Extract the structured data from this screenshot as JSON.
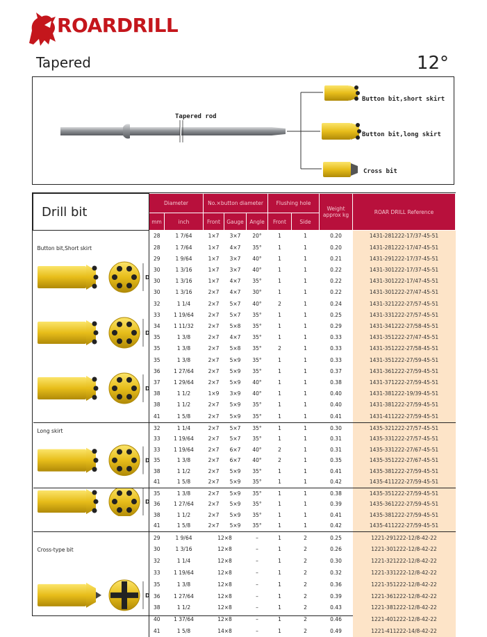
{
  "brand": {
    "name": "ROARDRILL",
    "logo_icon": "lion-icon",
    "color": "#c4161c"
  },
  "header": {
    "series": "Tapered",
    "angle": "12°"
  },
  "diagram": {
    "rod_label": "Tapered rod",
    "items": [
      "Button bit,short skirt",
      "Button bit,long skirt",
      "Cross bit"
    ]
  },
  "table": {
    "title": "Drill bit",
    "groups": {
      "diameter": "Diameter",
      "buttons": "No.×button diameter",
      "flushing": "Flushing hole",
      "weight": "Weight approx kg",
      "reference": "ROAR DRILL Reference"
    },
    "sub": {
      "mm": "mm",
      "inch": "inch",
      "front": "Front",
      "gauge": "Gauge",
      "angle": "Angle",
      "f_front": "Front",
      "f_side": "Side"
    },
    "colors": {
      "header": "#b8103c",
      "reference_bg": "#fde4c8"
    },
    "sections": [
      {
        "caption": "Button bit,Short skirt",
        "caption_top": false,
        "rows": [
          [
            "28",
            "1  7/64",
            "1×7",
            "3×7",
            "20°",
            "1",
            "1",
            "0.20",
            "1431-281222-17/37-45-51"
          ],
          [
            "28",
            "1  7/64",
            "1×7",
            "4×7",
            "35°",
            "1",
            "1",
            "0.20",
            "1431-281222-17/47-45-51"
          ],
          [
            "29",
            "1  9/64",
            "1×7",
            "3×7",
            "40°",
            "1",
            "1",
            "0.21",
            "1431-291222-17/37-45-51"
          ],
          [
            "30",
            "1  3/16",
            "1×7",
            "3×7",
            "40°",
            "1",
            "1",
            "0.22",
            "1431-301222-17/37-45-51"
          ],
          [
            "30",
            "1  3/16",
            "1×7",
            "4×7",
            "35°",
            "1",
            "1",
            "0.22",
            "1431-301222-17/47-45-51"
          ],
          [
            "30",
            "1  3/16",
            "2×7",
            "4×7",
            "30°",
            "1",
            "1",
            "0.22",
            "1431-301222-27/47-45-51"
          ],
          [
            "32",
            "1  1/4",
            "2×7",
            "5×7",
            "40°",
            "2",
            "1",
            "0.24",
            "1431-321222-27/57-45-51"
          ],
          [
            "33",
            "1 19/64",
            "2×7",
            "5×7",
            "35°",
            "1",
            "1",
            "0.25",
            "1431-331222-27/57-45-51"
          ],
          [
            "34",
            "1 11/32",
            "2×7",
            "5×8",
            "35°",
            "1",
            "1",
            "0.29",
            "1431-341222-27/58-45-51"
          ],
          [
            "35",
            "1  3/8",
            "2×7",
            "4×7",
            "35°",
            "1",
            "1",
            "0.33",
            "1431-351222-27/47-45-51"
          ],
          [
            "35",
            "1  3/8",
            "2×7",
            "5×8",
            "35°",
            "2",
            "1",
            "0.33",
            "1431-351222-27/58-45-51"
          ],
          [
            "35",
            "1  3/8",
            "2×7",
            "5×9",
            "35°",
            "1",
            "1",
            "0.33",
            "1431-351222-27/59-45-51"
          ],
          [
            "36",
            "1 27/64",
            "2×7",
            "5×9",
            "35°",
            "1",
            "1",
            "0.37",
            "1431-361222-27/59-45-51"
          ],
          [
            "37",
            "1 29/64",
            "2×7",
            "5×9",
            "40°",
            "1",
            "1",
            "0.38",
            "1431-371222-27/59-45-51"
          ],
          [
            "38",
            "1  1/2",
            "1×9",
            "3×9",
            "40°",
            "1",
            "1",
            "0.40",
            "1431-381222-19/39-45-51"
          ],
          [
            "38",
            "1  1/2",
            "2×7",
            "5×9",
            "35°",
            "1",
            "1",
            "0.40",
            "1431-381222-27/59-45-51"
          ],
          [
            "41",
            "1  5/8",
            "2×7",
            "5×9",
            "35°",
            "1",
            "1",
            "0.41",
            "1431-411222-27/59-45-51"
          ]
        ]
      },
      {
        "caption": "Long skirt",
        "caption_top": true,
        "rows": [
          [
            "32",
            "1  1/4",
            "2×7",
            "5×7",
            "35°",
            "1",
            "1",
            "0.30",
            "1435-321222-27/57-45-51"
          ],
          [
            "33",
            "1 19/64",
            "2×7",
            "5×7",
            "35°",
            "1",
            "1",
            "0.31",
            "1435-331222-27/57-45-51"
          ],
          [
            "33",
            "1 19/64",
            "2×7",
            "6×7",
            "40°",
            "2",
            "1",
            "0.31",
            "1435-331222-27/67-45-51"
          ],
          [
            "35",
            "1  3/8",
            "2×7",
            "6×7",
            "40°",
            "2",
            "1",
            "0.35",
            "1435-351222-27/67-45-51"
          ],
          [
            "38",
            "1  1/2",
            "2×7",
            "5×9",
            "35°",
            "1",
            "1",
            "0.41",
            "1435-381222-27/59-45-51"
          ],
          [
            "41",
            "1  5/8",
            "2×7",
            "5×9",
            "35°",
            "1",
            "1",
            "0.42",
            "1435-411222-27/59-45-51"
          ]
        ]
      },
      {
        "caption": "",
        "caption_top": true,
        "rows": [
          [
            "35",
            "1  3/8",
            "2×7",
            "5×9",
            "35°",
            "1",
            "1",
            "0.38",
            "1435-351222-27/59-45-51"
          ],
          [
            "36",
            "1 27/64",
            "2×7",
            "5×9",
            "35°",
            "1",
            "1",
            "0.39",
            "1435-361222-27/59-45-51"
          ],
          [
            "38",
            "1  1/2",
            "2×7",
            "5×9",
            "35°",
            "1",
            "1",
            "0.41",
            "1435-381222-27/59-45-51"
          ],
          [
            "41",
            "1  5/8",
            "2×7",
            "5×9",
            "35°",
            "1",
            "1",
            "0.42",
            "1435-411222-27/59-45-51"
          ]
        ]
      },
      {
        "caption": "Cross-type bit",
        "caption_top": false,
        "cross": true,
        "rows": [
          [
            "29",
            "1   9/64",
            "12×8",
            "",
            "–",
            "1",
            "2",
            "0.25",
            "1221-291222-12/8-42-22"
          ],
          [
            "30",
            "1   3/16",
            "12×8",
            "",
            "–",
            "1",
            "2",
            "0.26",
            "1221-301222-12/8-42-22"
          ],
          [
            "32",
            "1 1/4",
            "12×8",
            "",
            "–",
            "1",
            "2",
            "0.30",
            "1221-321222-12/8-42-22"
          ],
          [
            "33",
            "1 19/64",
            "12×8",
            "",
            "–",
            "1",
            "2",
            "0.32",
            "1221-331222-12/8-42-22"
          ],
          [
            "35",
            "1 3/8",
            "12×8",
            "",
            "–",
            "1",
            "2",
            "0.36",
            "1221-351222-12/8-42-22"
          ],
          [
            "36",
            "1 27/64",
            "12×8",
            "",
            "–",
            "1",
            "2",
            "0.39",
            "1221-361222-12/8-42-22"
          ],
          [
            "38",
            "1 1/2",
            "12×8",
            "",
            "–",
            "1",
            "2",
            "0.43",
            "1221-381222-12/8-42-22"
          ],
          [
            "40",
            "1 37/64",
            "12×8",
            "",
            "–",
            "1",
            "2",
            "0.46",
            "1221-401222-12/8-42-22"
          ],
          [
            "41",
            "1 5/8",
            "14×8",
            "",
            "–",
            "1",
            "2",
            "0.49",
            "1221-411222-14/8-42-22"
          ]
        ]
      }
    ]
  }
}
